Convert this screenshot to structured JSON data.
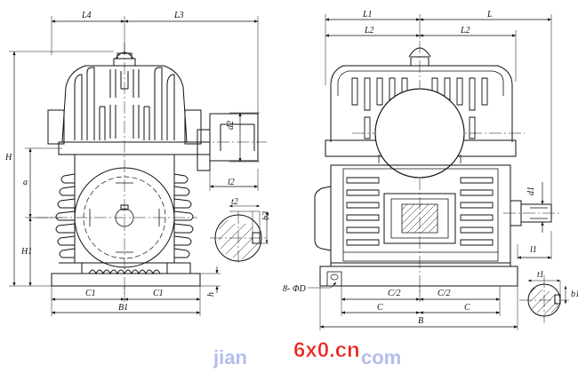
{
  "left_view": {
    "L4": "L4",
    "L3": "L3",
    "H": "H",
    "a": "a",
    "H1": "H1",
    "d2": "d2",
    "l2": "l2",
    "t2": "t2",
    "b2": "b2",
    "h": "h",
    "C1_left": "C1",
    "C1_right": "C1",
    "B1": "B1"
  },
  "right_view": {
    "L1": "L1",
    "L": "L",
    "L2_left": "L2",
    "L2_right": "L2",
    "d1": "d1",
    "l1": "l1",
    "t1": "t1",
    "b1": "b1",
    "hole_note": "8- ΦD",
    "C_half_left": "C/2",
    "C_half_right": "C/2",
    "C_left": "C",
    "C_right": "C",
    "B": "B"
  },
  "watermark": {
    "main": "6x0.cn",
    "url_start": "jian",
    "url_end": "com",
    "colors": {
      "main": "#e8231c",
      "url": "#5a6fd6"
    }
  }
}
